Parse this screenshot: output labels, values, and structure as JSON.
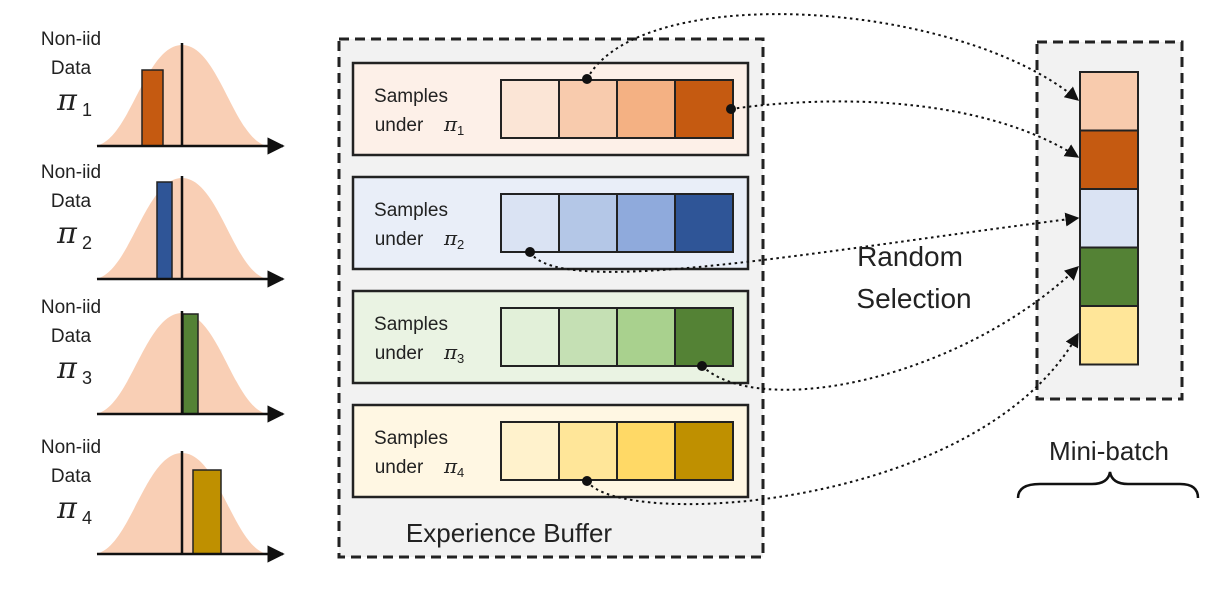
{
  "left_panels": [
    {
      "line1": "Non-iid",
      "line2": "Data",
      "symbol": "π",
      "index": "1",
      "bar_color": "#c55a11"
    },
    {
      "line1": "Non-iid",
      "line2": "Data",
      "symbol": "π",
      "index": "2",
      "bar_color": "#2f5597"
    },
    {
      "line1": "Non-iid",
      "line2": "Data",
      "symbol": "π",
      "index": "3",
      "bar_color": "#548235"
    },
    {
      "line1": "Non-iid",
      "line2": "Data",
      "symbol": "π",
      "index": "4",
      "bar_color": "#bf9000"
    }
  ],
  "buffer": {
    "title": "Experience Buffer",
    "rows": [
      {
        "label_line1": "Samples",
        "label_line2": "under",
        "symbol": "π",
        "index": "1",
        "bg": "#fdf0e8",
        "cells": [
          "#fbe5d6",
          "#f8cbad",
          "#f4b183",
          "#c55a11"
        ]
      },
      {
        "label_line1": "Samples",
        "label_line2": "under",
        "symbol": "π",
        "index": "2",
        "bg": "#e9eef8",
        "cells": [
          "#dae3f3",
          "#b4c7e7",
          "#8faadc",
          "#2f5597"
        ]
      },
      {
        "label_line1": "Samples",
        "label_line2": "under",
        "symbol": "π",
        "index": "3",
        "bg": "#eaf3e3",
        "cells": [
          "#e2f0d9",
          "#c5e0b4",
          "#a9d18e",
          "#548235"
        ]
      },
      {
        "label_line1": "Samples",
        "label_line2": "under",
        "symbol": "π",
        "index": "4",
        "bg": "#fff7e3",
        "cells": [
          "#fff2cc",
          "#ffe699",
          "#ffd966",
          "#bf9000"
        ]
      }
    ]
  },
  "random_selection": {
    "line1": "Random",
    "line2": "Selection"
  },
  "minibatch": {
    "label": "Mini-batch",
    "cells": [
      "#f8cbad",
      "#c55a11",
      "#dae3f3",
      "#548235",
      "#ffe699"
    ]
  },
  "colors": {
    "curve": "#f9cfb5",
    "arrow": "#111111",
    "dash_border": "#222222",
    "panel_bg": "#f2f2f2"
  }
}
